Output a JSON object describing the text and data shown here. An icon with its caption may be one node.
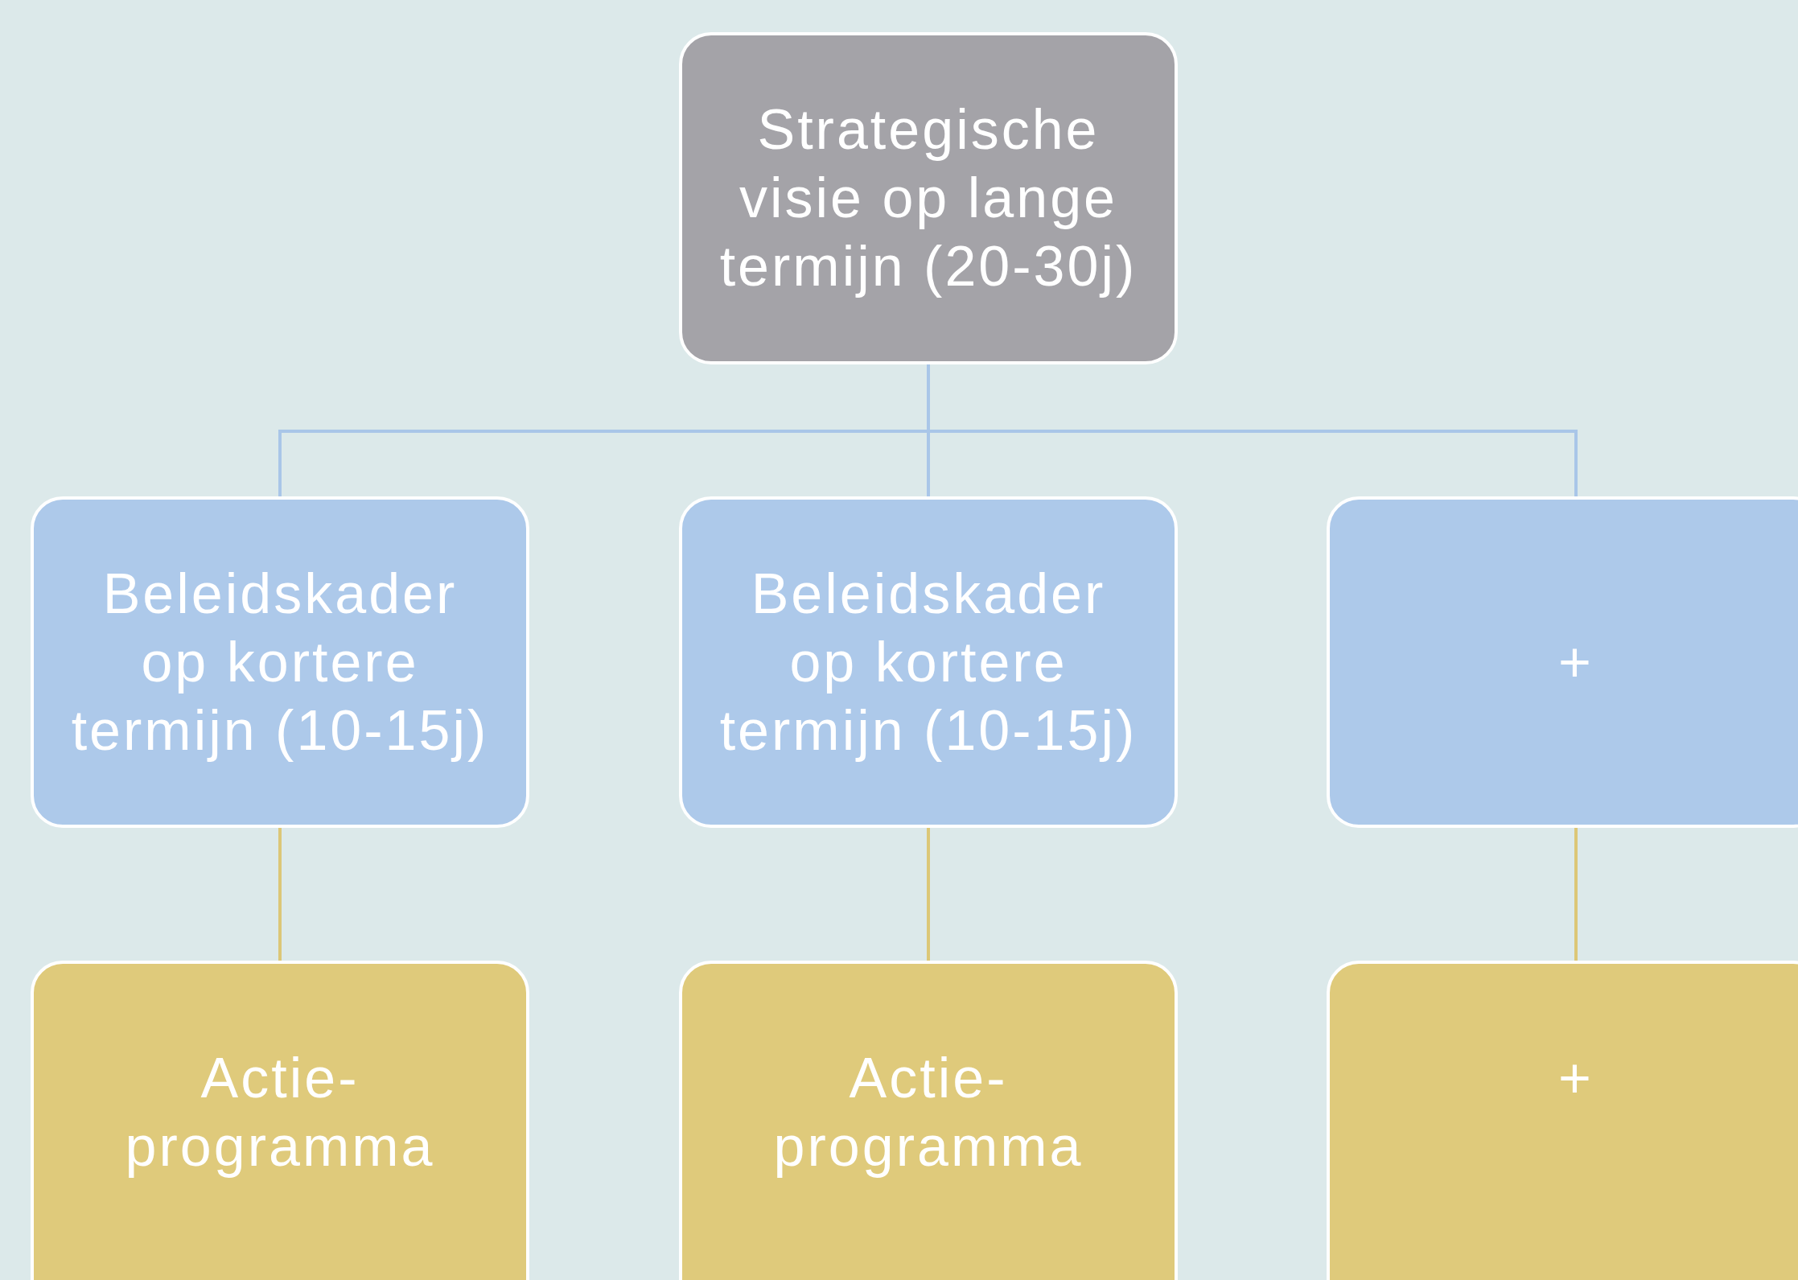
{
  "diagram": {
    "nodes": [
      {
        "text": [
          "Strategische visie op lange termijn (20-30j)"
        ]
      },
      {
        "text": [
          "Beleidskader op kortere termijn (10-15j)"
        ]
      },
      {
        "text": [
          "Beleidskader op kortere termijn (10-15j)"
        ]
      },
      {
        "text": [
          "+"
        ]
      },
      {
        "text": [
          "Actie- programma"
        ]
      },
      {
        "text": [
          "Actie- programma"
        ]
      },
      {
        "text": [
          "+"
        ]
      }
    ],
    "edges": [
      {
        "from": 0,
        "to": 1,
        "arrow": "none",
        "color": "#a9c6e8"
      },
      {
        "from": 0,
        "to": 2,
        "arrow": "none",
        "color": "#a9c6e8"
      },
      {
        "from": 0,
        "to": 3,
        "arrow": "none",
        "color": "#a9c6e8"
      },
      {
        "from": 1,
        "to": 4,
        "arrow": "none",
        "color": "#dcc777"
      },
      {
        "from": 2,
        "to": 5,
        "arrow": "none",
        "color": "#dcc777"
      },
      {
        "from": 3,
        "to": 6,
        "arrow": "none",
        "color": "#dcc777"
      }
    ]
  }
}
